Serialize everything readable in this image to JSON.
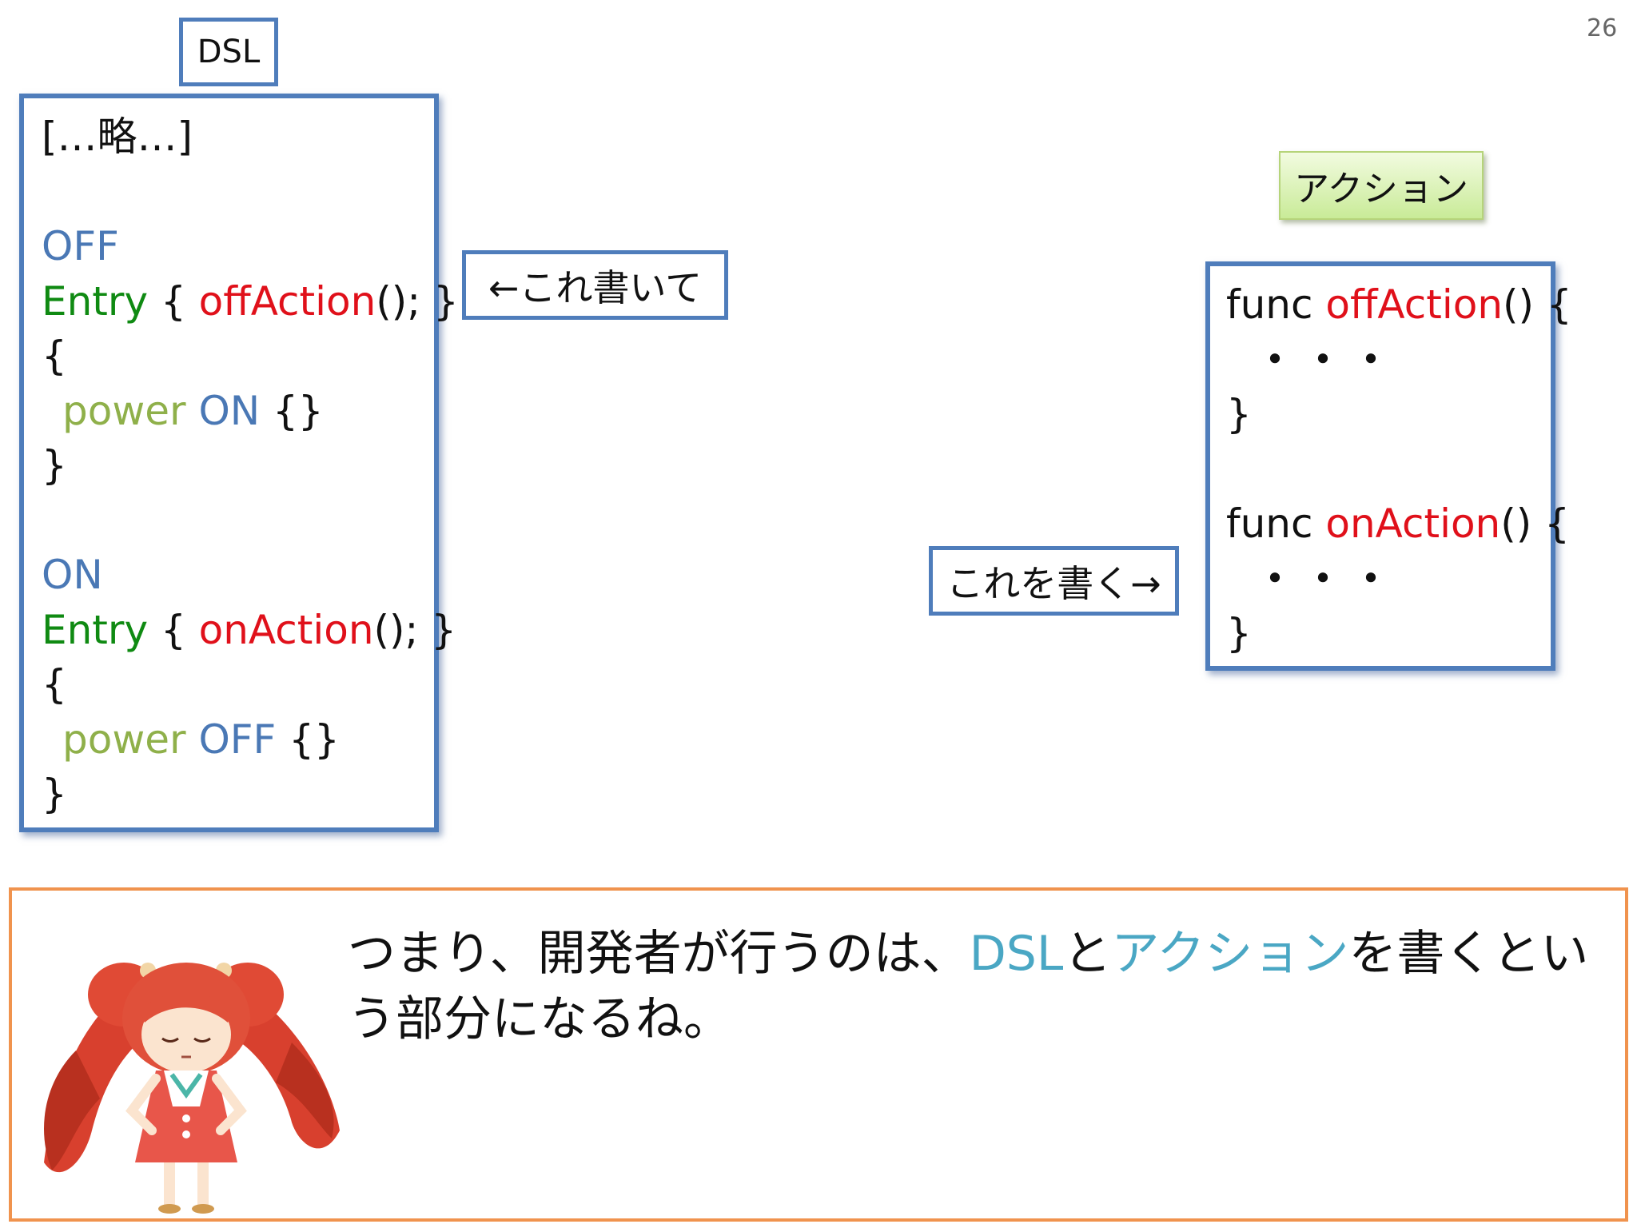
{
  "page_number": "26",
  "dsl_label": "DSL",
  "dsl_code": {
    "elided": "[…略…]",
    "off_state": "OFF",
    "off_entry_keyword": "Entry",
    "off_entry_open": " { ",
    "off_entry_action": "offAction",
    "off_entry_close": "(); }",
    "off_open_brace": "{",
    "off_power": "power",
    "off_target": " ON",
    "off_target_braces": " {}",
    "off_close_brace": "}",
    "on_state": "ON",
    "on_entry_keyword": "Entry",
    "on_entry_open": " { ",
    "on_entry_action": "onAction",
    "on_entry_close": "(); }",
    "on_open_brace": "{",
    "on_power": "power",
    "on_target": " OFF",
    "on_target_braces": " {}",
    "on_close_brace": "}"
  },
  "arrow_left_label": "←これ書いて",
  "arrow_right_label": "これを書く→",
  "action_label": "アクション",
  "action_code": {
    "func1_keyword": "func ",
    "func1_name": "offAction",
    "func1_signature": "() {",
    "func1_body": "・・・",
    "func1_close": "}",
    "func2_keyword": "func ",
    "func2_name": "onAction",
    "func2_signature": "() {",
    "func2_body": "・・・",
    "func2_close": "}"
  },
  "summary": {
    "part1": "つまり、開発者が行うのは、",
    "highlight1": "DSL",
    "part2": "と",
    "highlight2": "アクション",
    "part3": "を書くという部分になるね。"
  },
  "colors": {
    "box_border": "#4f7dbb",
    "summary_border": "#f0934e",
    "state_keyword": "#4a78b5",
    "entry_keyword": "#0f8a12",
    "action_name": "#e0101a",
    "power_keyword": "#8fb04a",
    "highlight": "#4aa7c4",
    "action_label_fill": "#c9eb98"
  },
  "icons": {
    "character": "chibi-girl-character-illustration"
  }
}
